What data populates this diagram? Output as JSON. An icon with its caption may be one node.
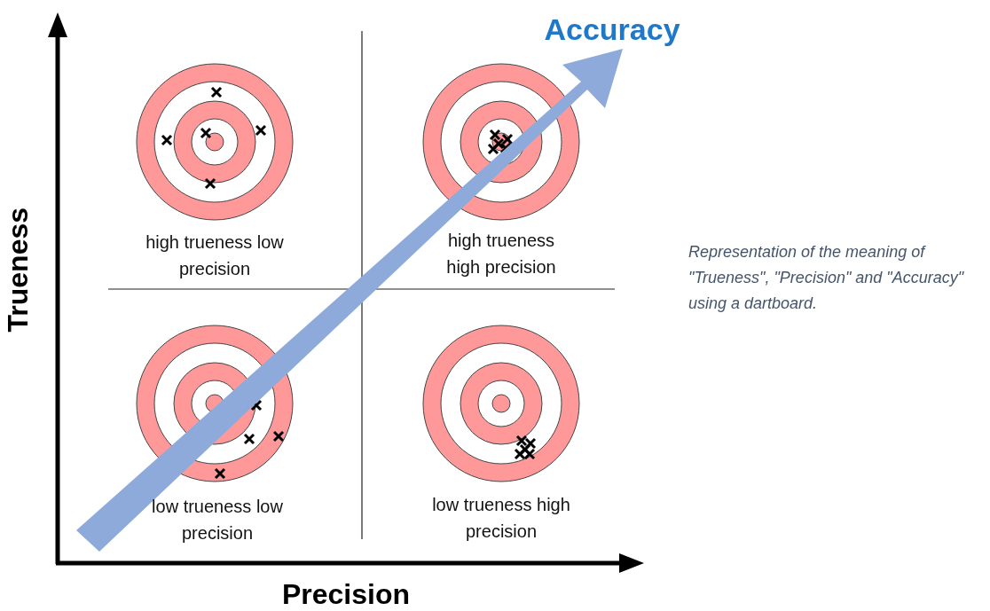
{
  "diagram": {
    "caption": "Representation of the meaning of \"Trueness\", \"Precision\" and \"Accuracy\" using a dartboard.",
    "labels": [
      "Accuracy",
      "Trueness",
      "high trueness low precision",
      "high trueness high precision",
      "low trueness low precision",
      "low trueness high precision",
      "Precision"
    ]
  }
}
